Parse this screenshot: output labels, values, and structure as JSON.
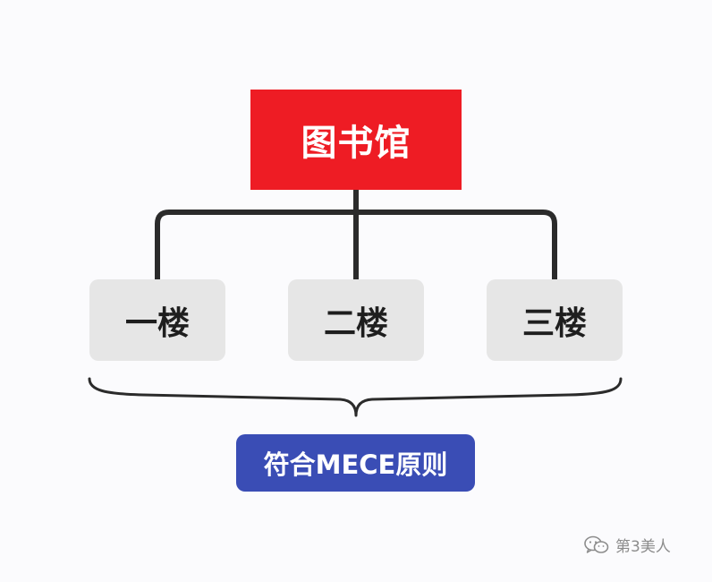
{
  "diagram": {
    "root": {
      "label": "图书馆"
    },
    "children": [
      {
        "label": "一楼"
      },
      {
        "label": "二楼"
      },
      {
        "label": "三楼"
      }
    ],
    "principle": {
      "label": "符合MECE原则"
    }
  },
  "watermark": {
    "icon": "wechat-icon",
    "text": "第3美人"
  },
  "colors": {
    "root_fill": "#ee1c24",
    "child_fill": "#e6e6e6",
    "badge_fill": "#3a4db5",
    "connector": "#2b2b2b",
    "background": "#fbfbfd"
  }
}
